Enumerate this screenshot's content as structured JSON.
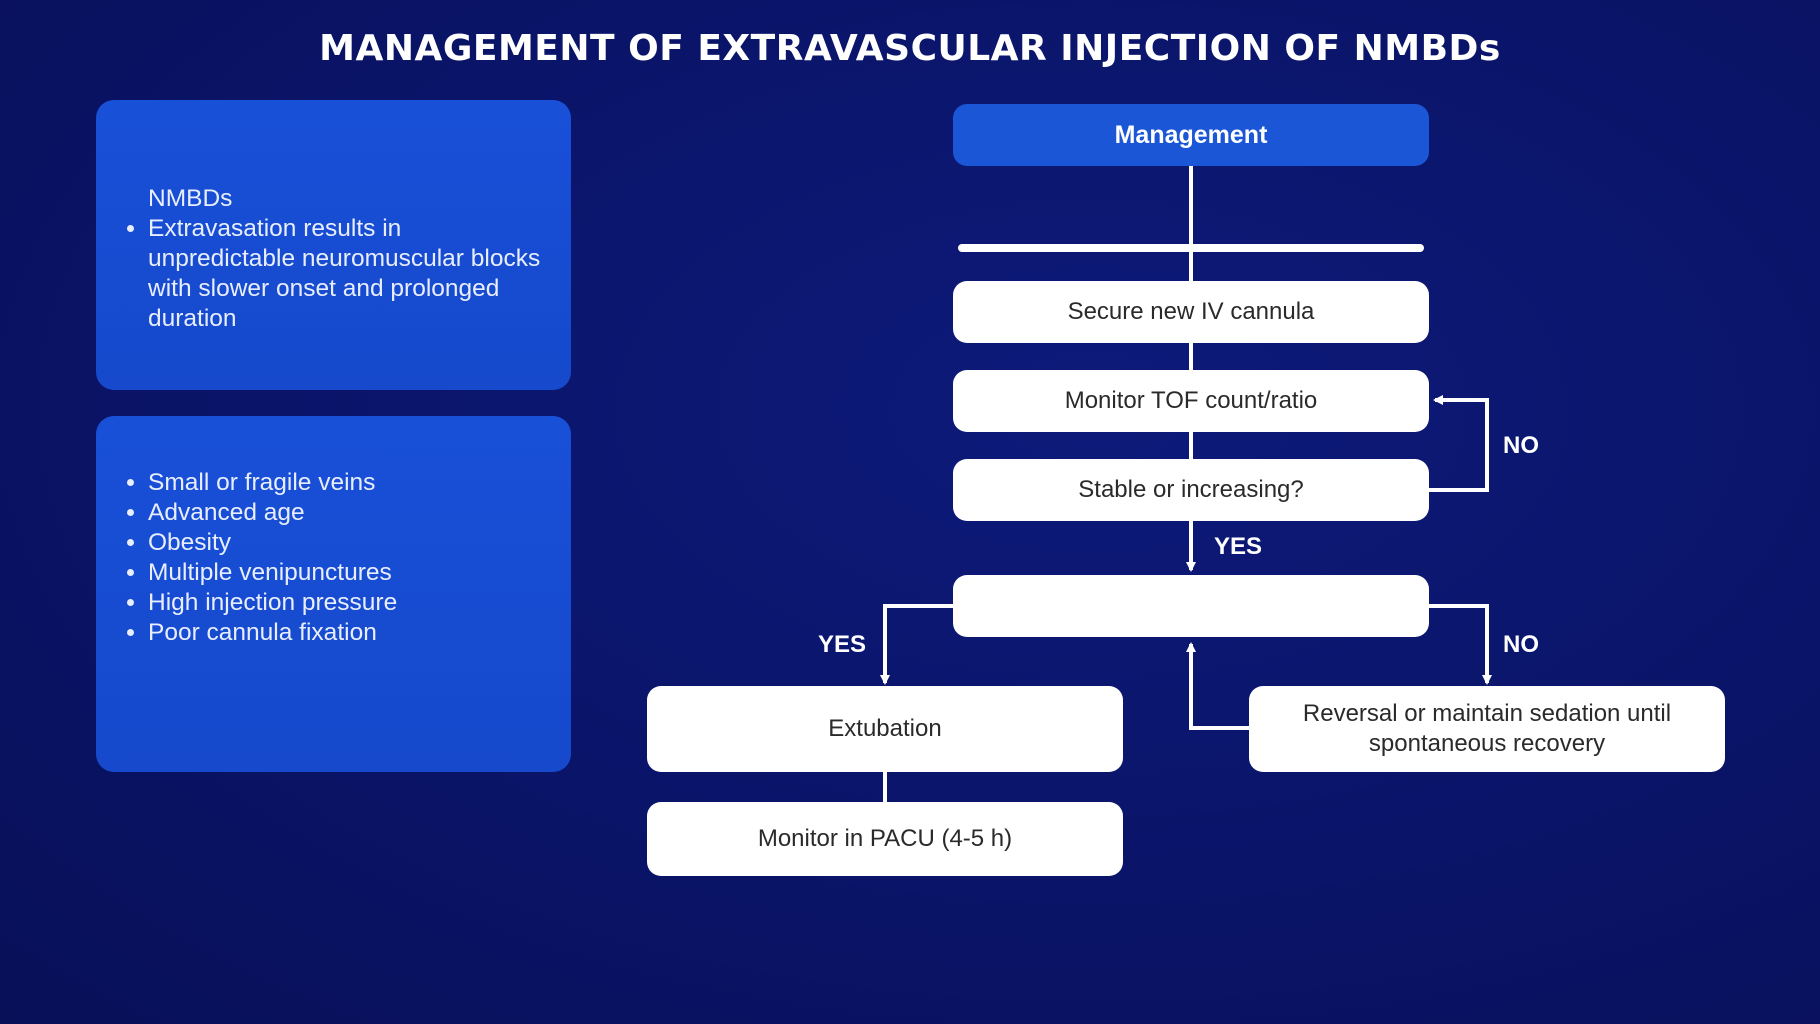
{
  "title": "MANAGEMENT OF EXTRAVASCULAR INJECTION OF NMBDs",
  "panel1": {
    "bullets": [
      "NMBDs",
      "Extravasation results in unpredictable neuromuscular blocks with slower onset and prolonged duration"
    ]
  },
  "panel2": {
    "bullets": [
      "Small or fragile veins",
      "Advanced age",
      "Obesity",
      "Multiple venipunctures",
      "High injection pressure",
      "Poor cannula fixation"
    ]
  },
  "flow": {
    "header": "Management",
    "step_secure": "Secure new IV cannula",
    "step_monitor": "Monitor TOF count/ratio",
    "step_stable": "Stable or increasing?",
    "step_decision": "",
    "step_extubation": "Extubation",
    "step_reversal": "Reversal or maintain sedation until spontaneous recovery",
    "step_pacu": "Monitor in PACU (4-5 h)",
    "label_no_loop": "NO",
    "label_yes_down": "YES",
    "label_yes_left": "YES",
    "label_no_right": "NO"
  },
  "colors": {
    "background": "#0a1468",
    "panel": "#1850d8",
    "header_box": "#1a56d6",
    "box": "#ffffff",
    "connector": "#ffffff"
  }
}
